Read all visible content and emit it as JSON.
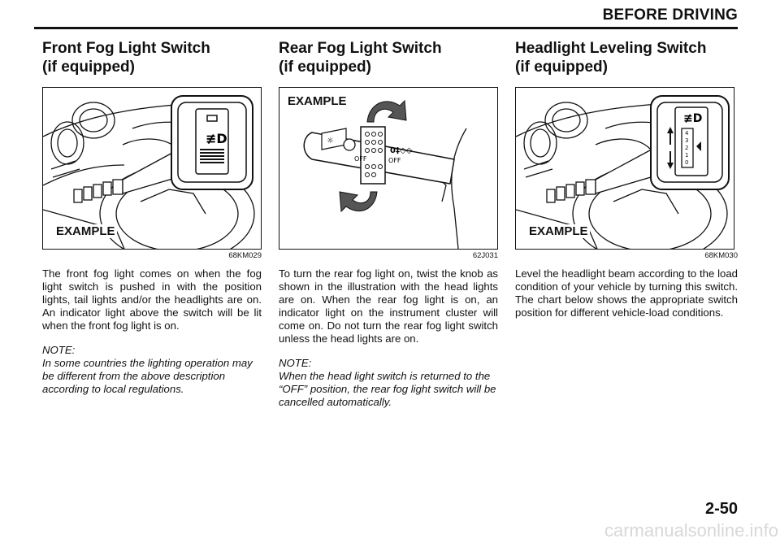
{
  "header": {
    "title": "BEFORE DRIVING"
  },
  "sections": [
    {
      "heading_line1": "Front Fog Light Switch",
      "heading_line2": "(if equipped)",
      "figure_label": "EXAMPLE",
      "figure_code": "68KM029",
      "body": "The front fog light comes on when the fog light switch is pushed in with the position lights, tail lights and/or the headlights are on. An indicator light above the switch will be lit when the front fog light is on.",
      "note_label": "NOTE:",
      "note_text": "In some countries the lighting operation may be different from the above description according to local regulations."
    },
    {
      "heading_line1": "Rear Fog Light Switch",
      "heading_line2": "(if equipped)",
      "figure_label": "EXAMPLE",
      "figure_code": "62J031",
      "switch_labels": [
        "OFF",
        "OFF"
      ],
      "body": "To turn the rear fog light on, twist the knob as shown in the illustration with the head lights are on. When the rear fog light is on, an indicator light on the instrument cluster will come on. Do not turn the rear fog light switch unless the head lights are on.",
      "note_label": "NOTE:",
      "note_text": "When the head light switch is returned to the “OFF” position, the rear fog light switch will be cancelled automatically."
    },
    {
      "heading_line1": "Headlight Leveling Switch",
      "heading_line2": "(if equipped)",
      "figure_label": "EXAMPLE",
      "figure_code": "68KM030",
      "dial_marks": [
        "0",
        "1",
        "2",
        "3",
        "4"
      ],
      "body": "Level the headlight beam according to the load condition of your vehicle by turning this switch. The chart below shows the appropriate switch position for different vehicle-load conditions."
    }
  ],
  "page_number": "2-50",
  "watermark": "carmanualsonline.info"
}
